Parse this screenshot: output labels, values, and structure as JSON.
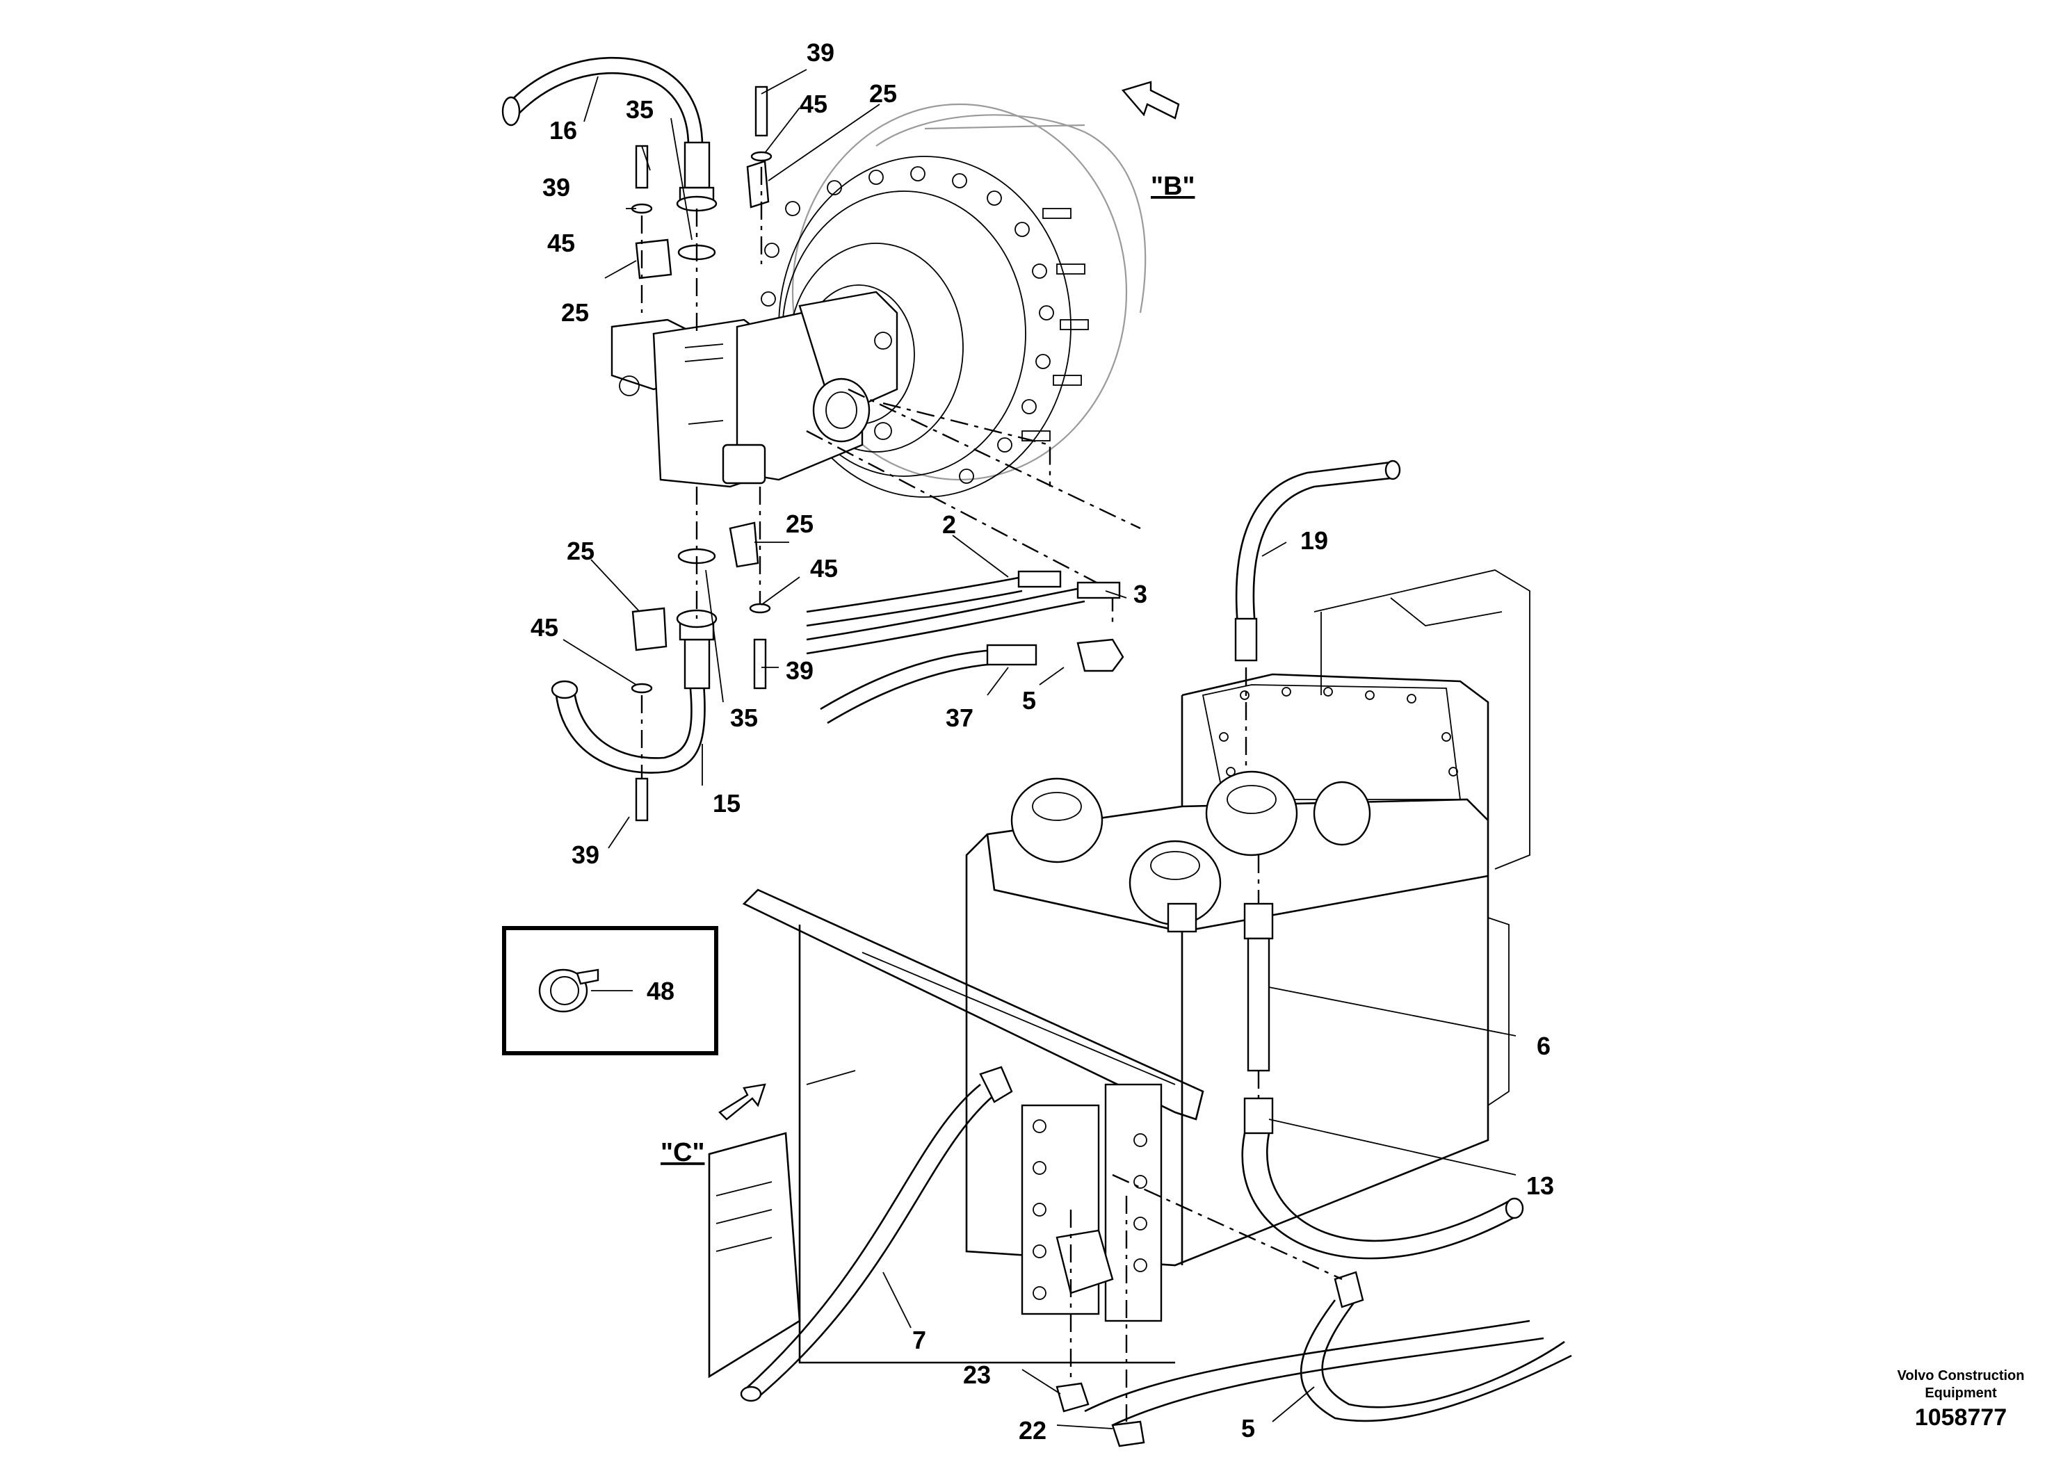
{
  "diagram": {
    "part_labels": [
      "39",
      "45",
      "25",
      "16",
      "35",
      "39",
      "45",
      "25",
      "2",
      "3",
      "25",
      "25",
      "45",
      "45",
      "39",
      "5",
      "37",
      "35",
      "15",
      "39",
      "19",
      "48",
      "6",
      "13",
      "7",
      "23",
      "22",
      "5"
    ],
    "view_labels": {
      "b": "\"B\"",
      "c": "\"C\""
    },
    "footer": {
      "company_line1": "Volvo Construction",
      "company_line2": "Equipment",
      "reference": "1058777"
    }
  }
}
